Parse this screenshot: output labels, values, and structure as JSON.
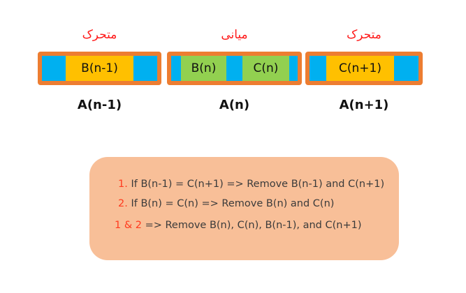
{
  "blocks": [
    {
      "id": "A(n-1)",
      "top_label": "متحرک",
      "caption": "A(n-1)",
      "segments": [
        {
          "color": "blue",
          "text": ""
        },
        {
          "color": "yellow",
          "text": "B(n-1)"
        },
        {
          "color": "blue",
          "text": ""
        }
      ]
    },
    {
      "id": "A(n)",
      "top_label": "میانی",
      "caption": "A(n)",
      "segments": [
        {
          "color": "blue",
          "text": ""
        },
        {
          "color": "green",
          "text": "B(n)"
        },
        {
          "color": "blue",
          "text": ""
        },
        {
          "color": "green",
          "text": "C(n)"
        },
        {
          "color": "blue",
          "text": ""
        }
      ]
    },
    {
      "id": "A(n+1)",
      "top_label": "متحرک",
      "caption": "A(n+1)",
      "segments": [
        {
          "color": "blue",
          "text": ""
        },
        {
          "color": "yellow",
          "text": "C(n+1)"
        },
        {
          "color": "blue",
          "text": ""
        }
      ]
    }
  ],
  "rules": [
    {
      "number": "1.",
      "text": " If B(n-1) = C(n+1) => Remove B(n-1) and C(n+1)"
    },
    {
      "number": "2.",
      "text": " If B(n) = C(n) => Remove B(n) and C(n)"
    },
    {
      "number": "1 & 2",
      "text": " => Remove B(n), C(n), B(n-1), and C(n+1)"
    }
  ],
  "colors": {
    "border": "#ed7d31",
    "blue": "#00b0f0",
    "yellow": "#ffc000",
    "green": "#92d050",
    "label_red": "#ff1a1a",
    "rules_bg": "#f8bf98",
    "rule_number": "#ff3b1f"
  }
}
